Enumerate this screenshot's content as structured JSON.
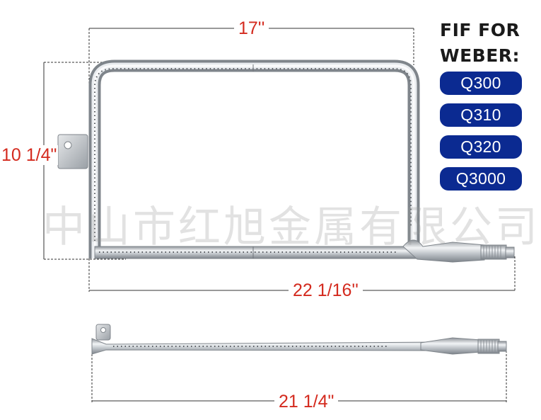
{
  "dimensions": {
    "top_width": "17''",
    "height": "10 1/4\"",
    "total_length": "22 1/16''",
    "side_length": "21 1/4\""
  },
  "compat": {
    "line1": "FIF FOR",
    "line2": "WEBER:",
    "models": [
      "Q300",
      "Q310",
      "Q320",
      "Q3000"
    ],
    "pill_color": "#0b2a91"
  },
  "watermark": "中山市红旭金属有限公司",
  "colors": {
    "dimension_text": "#d42a1e",
    "tube_steel": "#c9cdd1"
  }
}
